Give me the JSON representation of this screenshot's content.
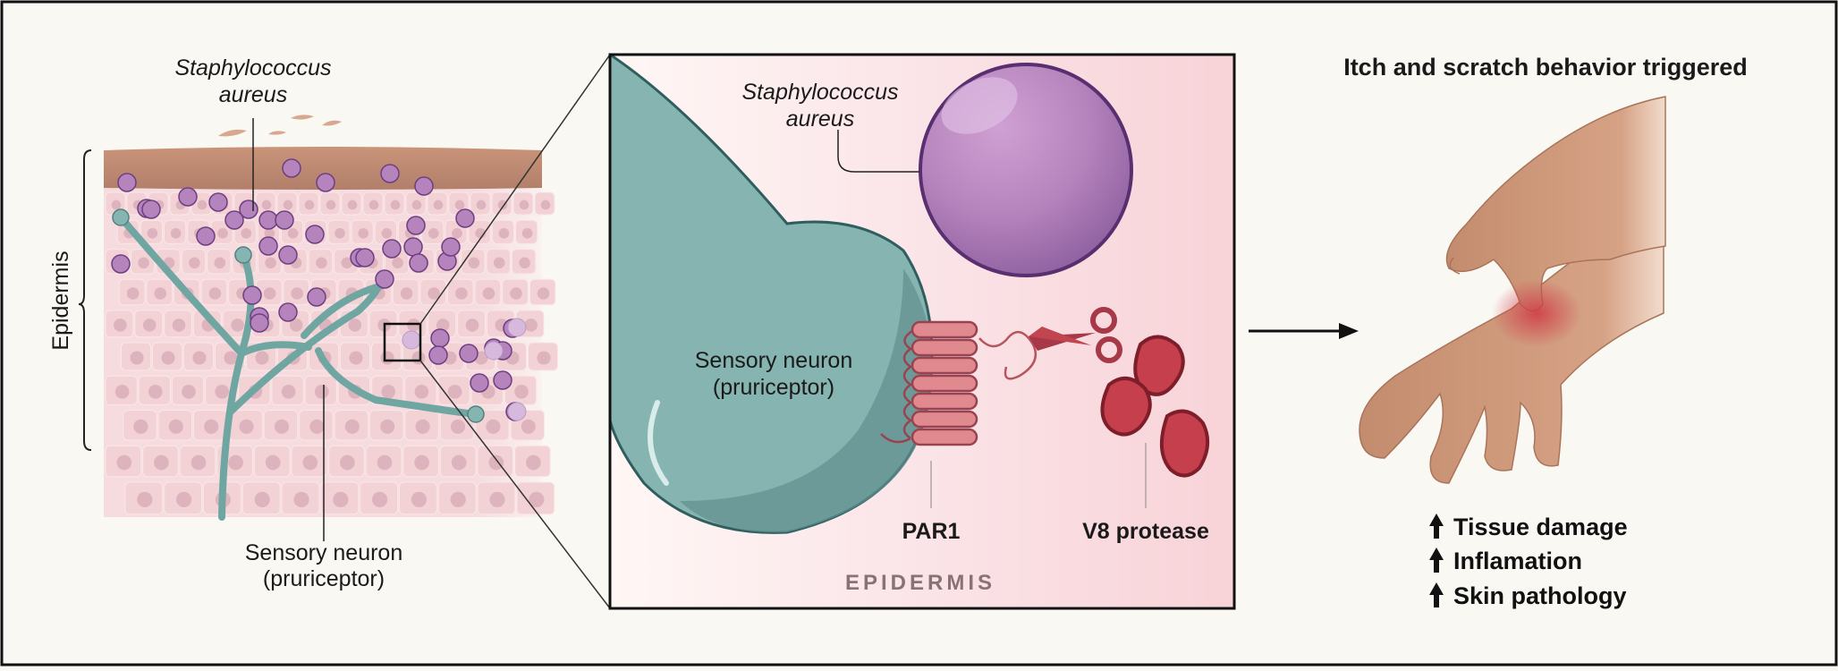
{
  "skin_panel": {
    "bacteria_label_line1": "Staphylococcus",
    "bacteria_label_line2": "aureus",
    "epidermis_side_label": "Epidermis",
    "neuron_label_line1": "Sensory neuron",
    "neuron_label_line2": "(pruriceptor)"
  },
  "zoom_panel": {
    "bacteria_label_line1": "Staphylococcus",
    "bacteria_label_line2": "aureus",
    "neuron_label_line1": "Sensory neuron",
    "neuron_label_line2": "(pruriceptor)",
    "receptor_label": "PAR1",
    "protease_label": "V8 protease",
    "layer_label": "EPIDERMIS"
  },
  "outcome_panel": {
    "title": "Itch and scratch behavior triggered",
    "effects": [
      "Tissue damage",
      "Inflamation",
      "Skin pathology"
    ]
  },
  "colors": {
    "background": "#faf8f3",
    "neuron": "#86b4b0",
    "bacteria": "#b684bd",
    "protease": "#c5404c",
    "receptor": "#e08a8f",
    "skin_pink": "#f6dcdf"
  }
}
